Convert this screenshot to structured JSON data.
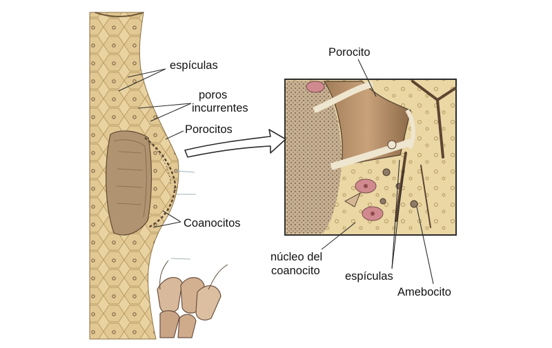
{
  "labels": {
    "espiculas_left": "espículas",
    "poros_line1": "poros",
    "poros_line2": "incurrentes",
    "porocitos": "Porocitos",
    "coanocitos": "Coanocitos",
    "porocito": "Porocito",
    "nucleo_line1": "núcleo del",
    "nucleo_line2": "coanocito",
    "espiculas_right": "espículas",
    "amebocito": "Amebocito"
  },
  "colors": {
    "sponge_body": "#e9d3a1",
    "sponge_cell": "#d8be86",
    "sponge_cell_line": "#b89a63",
    "cavity": "#b09370",
    "choanocyte": "#c39a7a",
    "porocyte_tan": "#c8a27a",
    "porocyte_rim": "#efe6d0",
    "nucleus_pink": "#d08a8f",
    "spicule": "#5e4431",
    "outline": "#2b2b2b"
  }
}
